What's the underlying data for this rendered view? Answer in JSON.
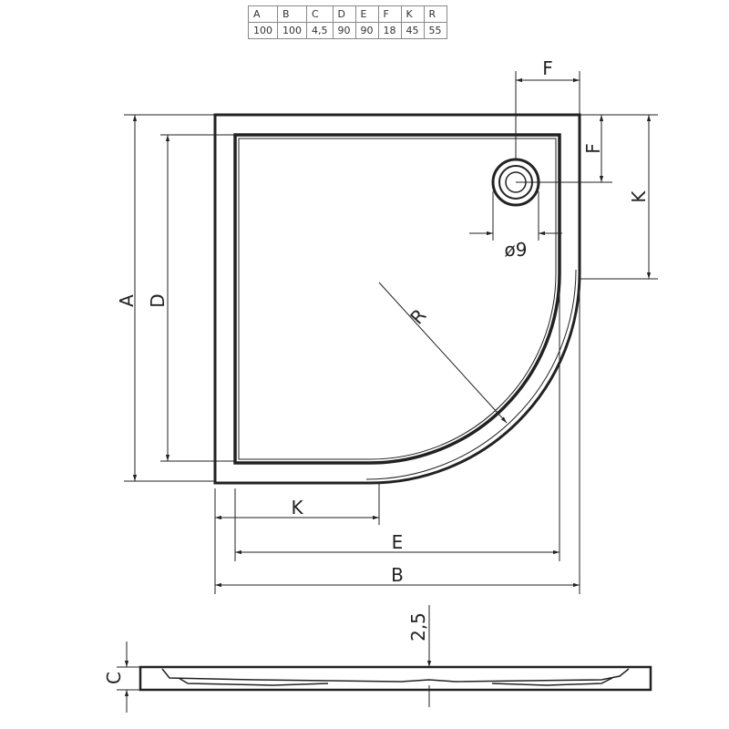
{
  "table": {
    "headers": [
      "A",
      "B",
      "C",
      "D",
      "E",
      "F",
      "K",
      "R"
    ],
    "values": [
      "100",
      "100",
      "4,5",
      "90",
      "90",
      "18",
      "45",
      "55"
    ]
  },
  "labels": {
    "A": "A",
    "B": "B",
    "C": "C",
    "D": "D",
    "E": "E",
    "F_top": "F",
    "F_side": "F",
    "K_bottom": "K",
    "K_side": "K",
    "R": "R",
    "drain": "ø9",
    "depth": "2,5"
  }
}
